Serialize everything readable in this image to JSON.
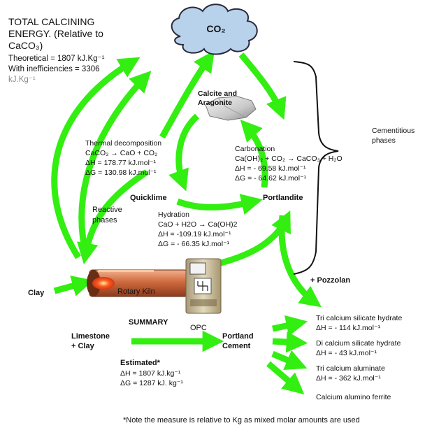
{
  "energy_box": {
    "title_line1": "TOTAL CALCINING",
    "title_line2": "ENERGY. (Relative to",
    "title_line3": "CaCO₃)",
    "theoretical": "Theoretical = 1807 kJ.Kg⁻¹",
    "inefficiencies": "With inefficiencies = 3306",
    "cutoff": "kJ.Kg⁻¹"
  },
  "cloud_label": "CO₂",
  "calcite_label_line1": "Calcite and",
  "calcite_label_line2": "Aragonite",
  "thermal": {
    "title": "Thermal decomposition",
    "eq": "CaCO₃ → CaO + CO₂",
    "dh": "ΔH = 178.77 kJ.mol⁻¹",
    "dg": "ΔG = 130.98 kJ.mol⁻¹"
  },
  "carbonation": {
    "title": "Carbonation",
    "eq": "Ca(OH)₂ + CO₂ → CaCO₃ + H₂O",
    "dh": "ΔH = - 69.58 kJ.mol⁻¹",
    "dg": "ΔG = - 64.62 kJ.mol⁻¹"
  },
  "cementitious_line1": "Cementitious",
  "cementitious_line2": "phases",
  "quicklime": "Quicklime",
  "portlandite": "Portlandite",
  "reactive_line1": "Reactive",
  "reactive_line2": "phases",
  "hydration": {
    "title": "Hydration",
    "eq": "CaO + H2O → Ca(OH)2",
    "dh": "ΔH = -109.19 kJ.mol⁻¹",
    "dg": "ΔG = - 66.35 kJ.mol⁻¹"
  },
  "clay": "Clay",
  "rotary_kiln": "Rotary Kiln",
  "pozzolan": "+ Pozzolan",
  "summary": "SUMMARY",
  "opc": "OPC",
  "limestone_line1": "Limestone",
  "limestone_line2": "+ Clay",
  "portland_line1": "Portland",
  "portland_line2": "Cement",
  "estimated": {
    "title": "Estimated*",
    "dh": "ΔH = 1807 kJ.kg⁻¹",
    "dg": "ΔG = 1287 kJ. kg⁻¹"
  },
  "products": [
    {
      "name": "Tri calcium silicate hydrate",
      "dh": "ΔH = - 114 kJ.mol⁻¹"
    },
    {
      "name": "Di calcium silicate hydrate",
      "dh": "ΔH = - 43 kJ.mol⁻¹"
    },
    {
      "name": "Tri calcium aluminate",
      "dh": "ΔH = - 362 kJ.mol⁻¹"
    },
    {
      "name": "Calcium alumino ferrite",
      "dh": ""
    }
  ],
  "footnote": "*Note the measure is relative to Kg as mixed molar amounts are used",
  "colors": {
    "arrow": "#33ee11",
    "arrow_dark": "#1fb80a",
    "cloud_fill": "#b8d2ec",
    "cloud_stroke": "#2a2a3a",
    "kiln_body": "#cf6a3e",
    "kiln_glow": "#ff3b1a"
  }
}
